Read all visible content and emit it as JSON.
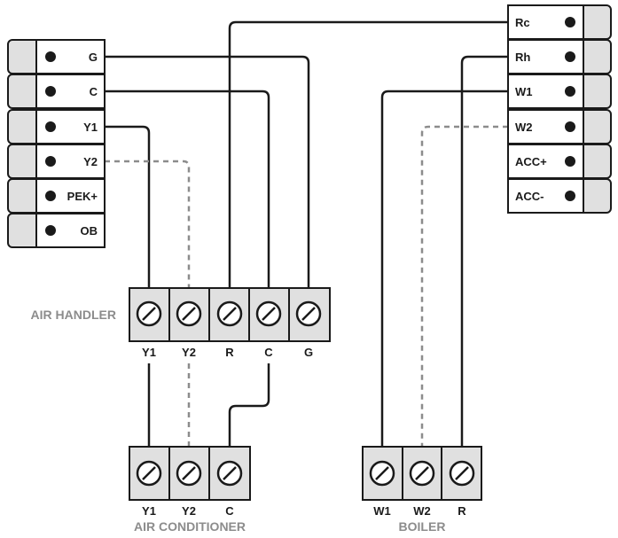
{
  "colors": {
    "outline": "#1a1a1a",
    "panel_fill": "#e0e0e0",
    "inner_fill": "#ffffff",
    "screw_fill": "#d4d4d4",
    "dashed_wire": "#8c8c8c",
    "group_label": "#8c8c8c"
  },
  "thermostat_left": {
    "terminals": [
      "G",
      "C",
      "Y1",
      "Y2",
      "PEK+",
      "OB"
    ]
  },
  "thermostat_right": {
    "terminals": [
      "Rc",
      "Rh",
      "W1",
      "W2",
      "ACC+",
      "ACC-"
    ]
  },
  "air_handler": {
    "label": "AIR HANDLER",
    "terminals": [
      "Y1",
      "Y2",
      "R",
      "C",
      "G"
    ]
  },
  "air_conditioner": {
    "label": "AIR CONDITIONER",
    "terminals": [
      "Y1",
      "Y2",
      "C"
    ]
  },
  "boiler": {
    "label": "BOILER",
    "terminals": [
      "W1",
      "W2",
      "R"
    ]
  },
  "connections": [
    {
      "from": "thermostat_right.Rc",
      "to": "air_handler.R",
      "style": "solid"
    },
    {
      "from": "thermostat_left.G",
      "to": "air_handler.G",
      "style": "solid"
    },
    {
      "from": "thermostat_left.C",
      "to": "air_handler.C",
      "style": "solid"
    },
    {
      "from": "thermostat_left.Y1",
      "to": "air_handler.Y1",
      "style": "solid"
    },
    {
      "from": "thermostat_left.Y2",
      "to": "air_handler.Y2",
      "style": "dashed"
    },
    {
      "from": "air_handler.Y1",
      "to": "air_conditioner.Y1",
      "style": "solid"
    },
    {
      "from": "air_handler.Y2",
      "to": "air_conditioner.Y2",
      "style": "dashed"
    },
    {
      "from": "air_handler.C",
      "to": "air_conditioner.C",
      "style": "solid"
    },
    {
      "from": "thermostat_right.W1",
      "to": "boiler.W1",
      "style": "solid"
    },
    {
      "from": "thermostat_right.W2",
      "to": "boiler.W2",
      "style": "dashed"
    },
    {
      "from": "thermostat_right.Rh",
      "to": "boiler.R",
      "style": "solid"
    }
  ]
}
